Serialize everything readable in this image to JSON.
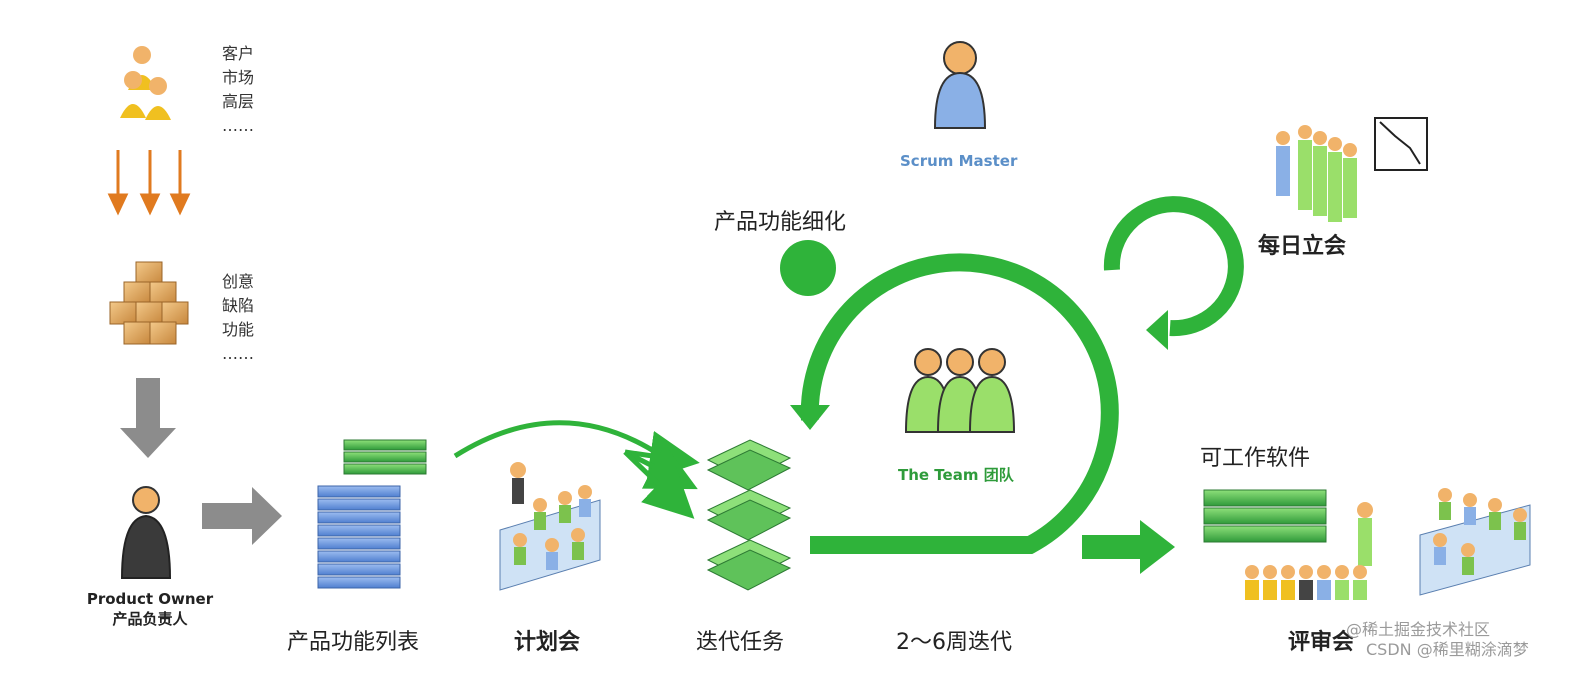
{
  "stakeholders": [
    "客户",
    "市场",
    "高层",
    "……"
  ],
  "inputs": [
    "创意",
    "缺陷",
    "功能",
    "……"
  ],
  "product_owner": {
    "en": "Product Owner",
    "zh": "产品负责人"
  },
  "scrum_master": "Scrum Master",
  "team": "The Team 团队",
  "refinement": "产品功能细化",
  "daily_standup": "每日立会",
  "working_software": "可工作软件",
  "bottom_labels": {
    "backlog": "产品功能列表",
    "planning": "计划会",
    "tasks": "迭代任务",
    "iteration": "2～6周迭代",
    "review": "评审会"
  },
  "watermark": {
    "line1": "@稀土掘金技术社区",
    "line2": "CSDN @稀里糊涂滴梦"
  },
  "colors": {
    "green": "#2fb33a",
    "orange": "#e07a1f",
    "gray_arrow": "#8c8c8c",
    "blue_stack": "#6a95d6",
    "green_stack": "#3aa54a"
  },
  "icons": [
    "stakeholder-group-icon",
    "boxes-icon",
    "person-icon",
    "team-icon",
    "meeting-icon",
    "burndown-icon"
  ]
}
